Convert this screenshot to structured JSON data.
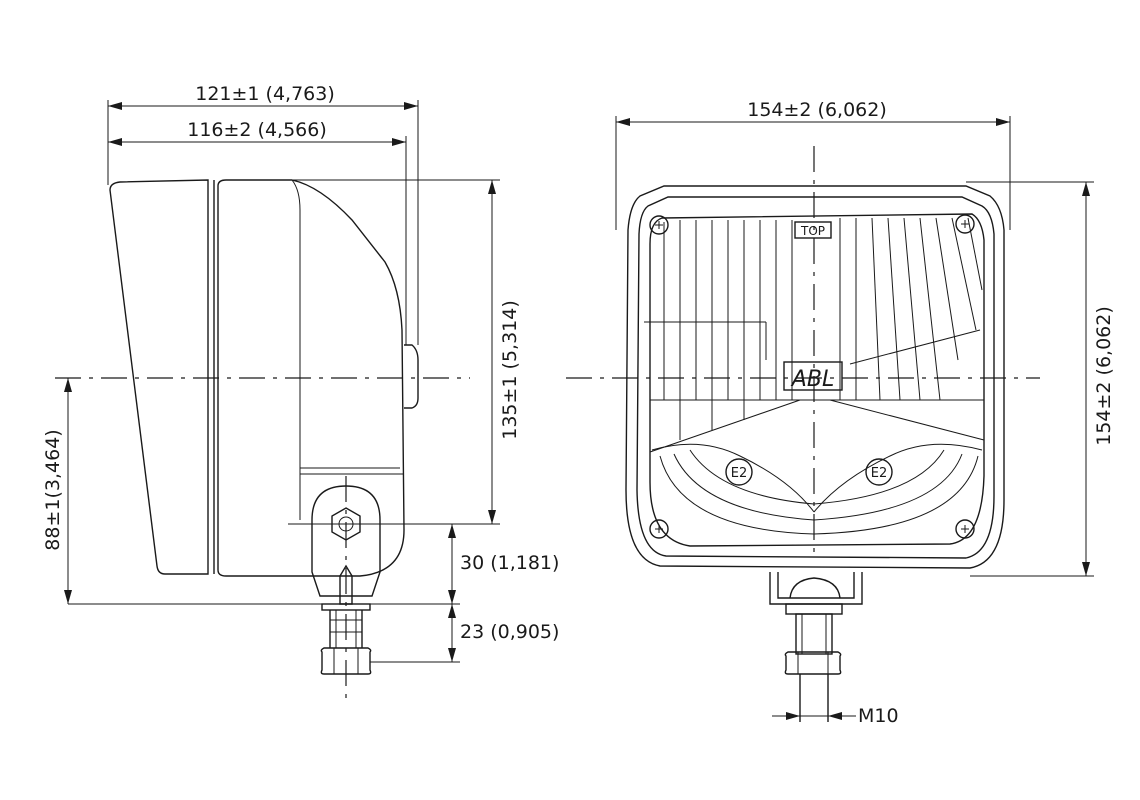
{
  "dimensions": {
    "side_overall_length": "121±1 (4,763)",
    "side_housing_length": "116±2 (4,566)",
    "side_height": "135±1 (5,314)",
    "side_center_height": "88±1(3,464)",
    "bracket_height": "30 (1,181)",
    "bolt_length": "23 (0,905)",
    "front_width": "154±2 (6,062)",
    "front_height": "154±2 (6,062)",
    "thread": "M10"
  },
  "markings": {
    "top": "TOP",
    "brand": "ABL",
    "approval_left": "E2",
    "approval_right": "E2"
  }
}
